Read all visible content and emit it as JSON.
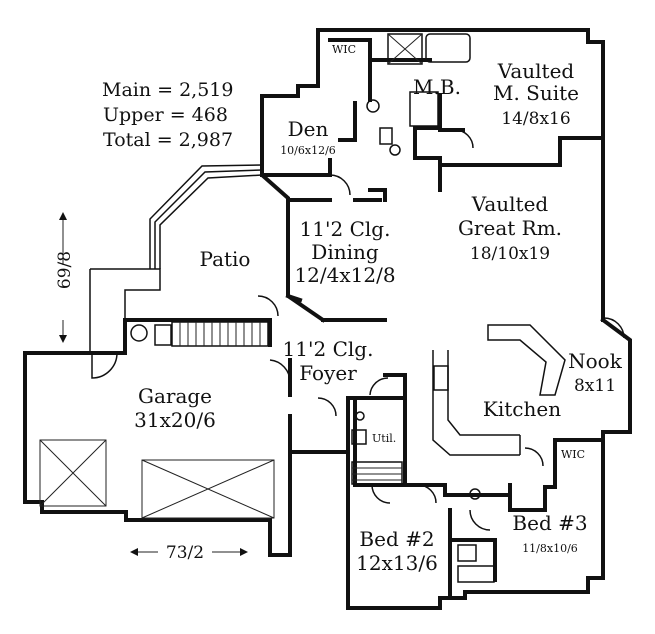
{
  "area_summary": {
    "main": "Main  = 2,519",
    "upper": "Upper = 468",
    "total": "Total  = 2,987"
  },
  "dimensions": {
    "depth": "69/8",
    "width": "73/2"
  },
  "rooms": {
    "wic_master": "WIC",
    "mb": "M.B.",
    "master_suite": {
      "line1": "Vaulted",
      "line2": "M. Suite",
      "size": "14/8x16"
    },
    "den": {
      "name": "Den",
      "size": "10/6x12/6"
    },
    "dining": {
      "line1": "11'2 Clg.",
      "line2": "Dining",
      "size": "12/4x12/8"
    },
    "great_room": {
      "line1": "Vaulted",
      "line2": "Great Rm.",
      "size": "18/10x19"
    },
    "patio": "Patio",
    "foyer": {
      "line1": "11'2 Clg.",
      "line2": "Foyer"
    },
    "nook": {
      "name": "Nook",
      "size": "8x11"
    },
    "garage": {
      "name": "Garage",
      "size": "31x20/6"
    },
    "kitchen": "Kitchen",
    "util": "Util.",
    "wic_bed3": "WIC",
    "bed2": {
      "name": "Bed #2",
      "size": "12x13/6"
    },
    "bed3": {
      "name": "Bed #3",
      "size": "11/8x10/6"
    }
  },
  "colors": {
    "ink": "#111111",
    "paper": "#ffffff"
  }
}
